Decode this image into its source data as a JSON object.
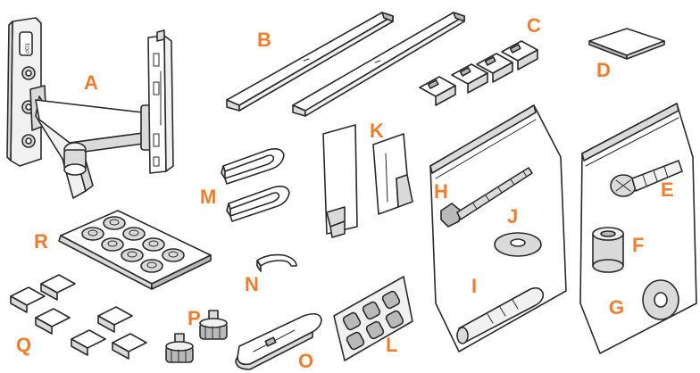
{
  "accent_color": "#F07D2E",
  "labels": {
    "A": "A",
    "B": "B",
    "C": "C",
    "D": "D",
    "E": "E",
    "F": "F",
    "G": "G",
    "H": "H",
    "I": "I",
    "J": "J",
    "K": "K",
    "L": "L",
    "M": "M",
    "N": "N",
    "O": "O",
    "P": "P",
    "Q": "Q",
    "R": "R"
  },
  "wall_plate_marking": "TOP"
}
